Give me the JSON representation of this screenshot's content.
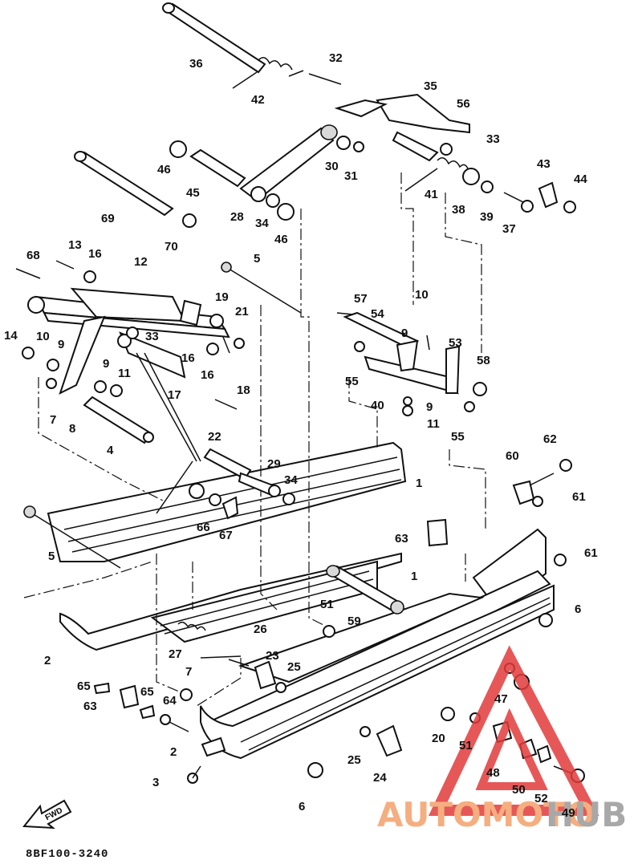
{
  "diagram_code": "8BF100-3240",
  "fwd_label": "FWD",
  "watermark": {
    "left": "AUTOMOTO",
    "right": "HUB",
    "left_color": "#f4a06a",
    "right_color": "#9a9a9a",
    "triangle_color": "#e23b3b"
  },
  "parts": [
    {
      "id": "1",
      "label": "1"
    },
    {
      "id": "1b",
      "label": "1"
    },
    {
      "id": "2a",
      "label": "2"
    },
    {
      "id": "2b",
      "label": "2"
    },
    {
      "id": "3",
      "label": "3"
    },
    {
      "id": "4",
      "label": "4"
    },
    {
      "id": "5a",
      "label": "5"
    },
    {
      "id": "5b",
      "label": "5"
    },
    {
      "id": "6a",
      "label": "6"
    },
    {
      "id": "6b",
      "label": "6"
    },
    {
      "id": "7a",
      "label": "7"
    },
    {
      "id": "7b",
      "label": "7"
    },
    {
      "id": "8",
      "label": "8"
    },
    {
      "id": "9a",
      "label": "9"
    },
    {
      "id": "9b",
      "label": "9"
    },
    {
      "id": "9c",
      "label": "9"
    },
    {
      "id": "9d",
      "label": "9"
    },
    {
      "id": "10a",
      "label": "10"
    },
    {
      "id": "10b",
      "label": "10"
    },
    {
      "id": "11a",
      "label": "11"
    },
    {
      "id": "11b",
      "label": "11"
    },
    {
      "id": "12",
      "label": "12"
    },
    {
      "id": "13",
      "label": "13"
    },
    {
      "id": "14",
      "label": "14"
    },
    {
      "id": "16a",
      "label": "16"
    },
    {
      "id": "16b",
      "label": "16"
    },
    {
      "id": "16c",
      "label": "16"
    },
    {
      "id": "17",
      "label": "17"
    },
    {
      "id": "18",
      "label": "18"
    },
    {
      "id": "19",
      "label": "19"
    },
    {
      "id": "20",
      "label": "20"
    },
    {
      "id": "21",
      "label": "21"
    },
    {
      "id": "22",
      "label": "22"
    },
    {
      "id": "23",
      "label": "23"
    },
    {
      "id": "24",
      "label": "24"
    },
    {
      "id": "25a",
      "label": "25"
    },
    {
      "id": "25b",
      "label": "25"
    },
    {
      "id": "26",
      "label": "26"
    },
    {
      "id": "27",
      "label": "27"
    },
    {
      "id": "28",
      "label": "28"
    },
    {
      "id": "29",
      "label": "29"
    },
    {
      "id": "30",
      "label": "30"
    },
    {
      "id": "31",
      "label": "31"
    },
    {
      "id": "32",
      "label": "32"
    },
    {
      "id": "33a",
      "label": "33"
    },
    {
      "id": "33b",
      "label": "33"
    },
    {
      "id": "34a",
      "label": "34"
    },
    {
      "id": "34b",
      "label": "34"
    },
    {
      "id": "35",
      "label": "35"
    },
    {
      "id": "36",
      "label": "36"
    },
    {
      "id": "37",
      "label": "37"
    },
    {
      "id": "38",
      "label": "38"
    },
    {
      "id": "39",
      "label": "39"
    },
    {
      "id": "40",
      "label": "40"
    },
    {
      "id": "41",
      "label": "41"
    },
    {
      "id": "42",
      "label": "42"
    },
    {
      "id": "43",
      "label": "43"
    },
    {
      "id": "44",
      "label": "44"
    },
    {
      "id": "45",
      "label": "45"
    },
    {
      "id": "46a",
      "label": "46"
    },
    {
      "id": "46b",
      "label": "46"
    },
    {
      "id": "47",
      "label": "47"
    },
    {
      "id": "48",
      "label": "48"
    },
    {
      "id": "49",
      "label": "49"
    },
    {
      "id": "50",
      "label": "50"
    },
    {
      "id": "51a",
      "label": "51"
    },
    {
      "id": "51b",
      "label": "51"
    },
    {
      "id": "52",
      "label": "52"
    },
    {
      "id": "53",
      "label": "53"
    },
    {
      "id": "54",
      "label": "54"
    },
    {
      "id": "55a",
      "label": "55"
    },
    {
      "id": "55b",
      "label": "55"
    },
    {
      "id": "56",
      "label": "56"
    },
    {
      "id": "57",
      "label": "57"
    },
    {
      "id": "58",
      "label": "58"
    },
    {
      "id": "59",
      "label": "59"
    },
    {
      "id": "60",
      "label": "60"
    },
    {
      "id": "61a",
      "label": "61"
    },
    {
      "id": "61b",
      "label": "61"
    },
    {
      "id": "62",
      "label": "62"
    },
    {
      "id": "63a",
      "label": "63"
    },
    {
      "id": "63b",
      "label": "63"
    },
    {
      "id": "64",
      "label": "64"
    },
    {
      "id": "65a",
      "label": "65"
    },
    {
      "id": "65b",
      "label": "65"
    },
    {
      "id": "66",
      "label": "66"
    },
    {
      "id": "67",
      "label": "67"
    },
    {
      "id": "68",
      "label": "68"
    },
    {
      "id": "69",
      "label": "69"
    },
    {
      "id": "70",
      "label": "70"
    }
  ]
}
